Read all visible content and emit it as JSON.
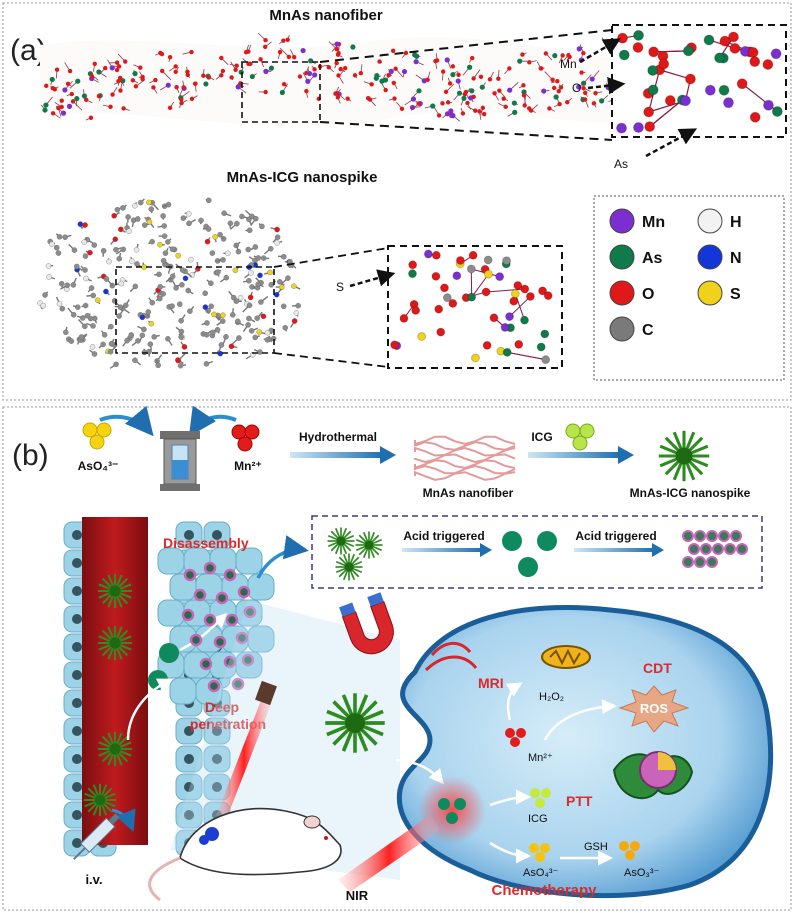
{
  "panel_a": {
    "label": "(a)",
    "title_nanofiber": "MnAs nanofiber",
    "title_nanospike": "MnAs-ICG nanospike",
    "callout_mn": "Mn",
    "callout_o": "O",
    "callout_as": "As",
    "callout_s": "S",
    "legend": [
      {
        "symbol": "Mn",
        "color": "#7b2fd0"
      },
      {
        "symbol": "H",
        "color": "#f2f2f2"
      },
      {
        "symbol": "As",
        "color": "#0f7a4a"
      },
      {
        "symbol": "N",
        "color": "#1436d8"
      },
      {
        "symbol": "O",
        "color": "#e01818"
      },
      {
        "symbol": "S",
        "color": "#f0d21a"
      },
      {
        "symbol": "C",
        "color": "#7a7a7a"
      }
    ]
  },
  "panel_b": {
    "label": "(b)",
    "aso4": "AsO₄³⁻",
    "mn2": "Mn²⁺",
    "hydrothermal": "Hydrothermal",
    "icg_top": "ICG",
    "nanofiber": "MnAs nanofiber",
    "nanospike": "MnAs-ICG nanospike",
    "disassembly": "Disassembly",
    "acid1": "Acid triggered",
    "acid2": "Acid triggered",
    "deep": "Deep",
    "penetration": "penetration",
    "mri": "MRI",
    "h2o2": "H₂O₂",
    "cdt": "CDT",
    "ros": "ROS",
    "mn2_cell": "Mn²⁺",
    "ptt": "PTT",
    "icg_cell": "ICG",
    "gsh": "GSH",
    "aso4_cell": "AsO₄³⁻",
    "aso3_cell": "AsO₃³⁻",
    "chemo": "Chemotherapy",
    "iv": "i.v.",
    "nir": "NIR"
  }
}
